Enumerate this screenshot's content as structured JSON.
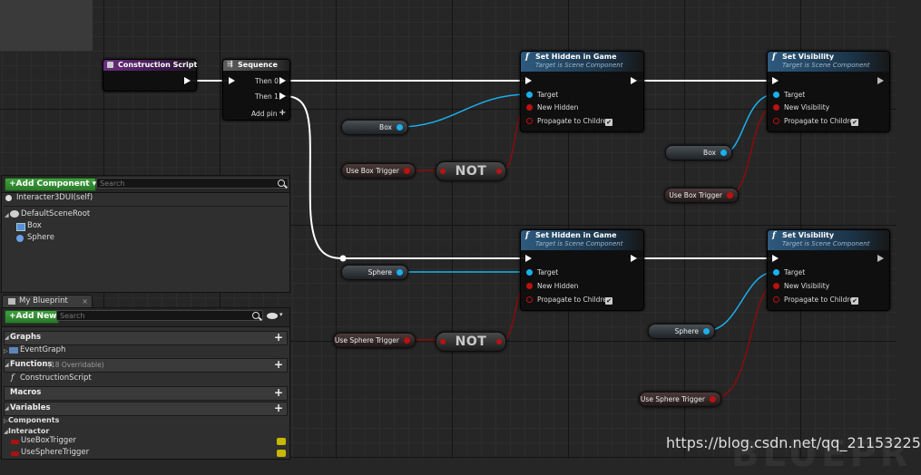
{
  "graph": {
    "nodes": {
      "construction_script": {
        "title": "Construction Script"
      },
      "sequence": {
        "title": "Sequence",
        "pins": [
          "Then 0",
          "Then 1"
        ],
        "add_pin": "Add pin"
      },
      "set_hidden_1": {
        "title": "Set Hidden in Game",
        "subtitle": "Target is Scene Component",
        "pins": [
          "Target",
          "New Hidden",
          "Propagate to Children"
        ]
      },
      "set_visibility_1": {
        "title": "Set Visibility",
        "subtitle": "Target is Scene Component",
        "pins": [
          "Target",
          "New Visibility",
          "Propagate to Children"
        ]
      },
      "set_hidden_2": {
        "title": "Set Hidden in Game",
        "subtitle": "Target is Scene Component",
        "pins": [
          "Target",
          "New Hidden",
          "Propagate to Children"
        ]
      },
      "set_visibility_2": {
        "title": "Set Visibility",
        "subtitle": "Target is Scene Component",
        "pins": [
          "Target",
          "New Visibility",
          "Propagate to Children"
        ]
      }
    },
    "variables": {
      "box_1": "Box",
      "box_2": "Box",
      "use_box_trigger_1": "Use Box Trigger",
      "use_box_trigger_2": "Use Box Trigger",
      "sphere_1": "Sphere",
      "sphere_2": "Sphere",
      "use_sphere_trigger_1": "Use Sphere Trigger",
      "use_sphere_trigger_2": "Use Sphere Trigger"
    },
    "not_label": "NOT",
    "watermark": "https://blog.csdn.net/qq_21153225",
    "bg_text": "BLUEPR",
    "colors": {
      "object_pin": "#1ab0ee",
      "bool_pin": "#b11111",
      "exec_wire": "#ffffff"
    }
  },
  "components": {
    "add_label": "Add Component",
    "search_placeholder": "Search",
    "self_item": "Interacter3DUI(self)",
    "root": "DefaultSceneRoot",
    "children": [
      "Box",
      "Sphere"
    ]
  },
  "my_blueprint": {
    "tab_label": "My Blueprint",
    "add_new_label": "Add New",
    "search_placeholder": "Search",
    "sections": {
      "graphs": "Graphs",
      "event_graph": "EventGraph",
      "functions": "Functions",
      "functions_note": "(18 Overridable)",
      "construction_script": "ConstructionScript",
      "macros": "Macros",
      "variables": "Variables",
      "components": "Components",
      "interactor": "Interactor",
      "vars": [
        "UseBoxTrigger",
        "UseSphereTrigger"
      ]
    }
  }
}
